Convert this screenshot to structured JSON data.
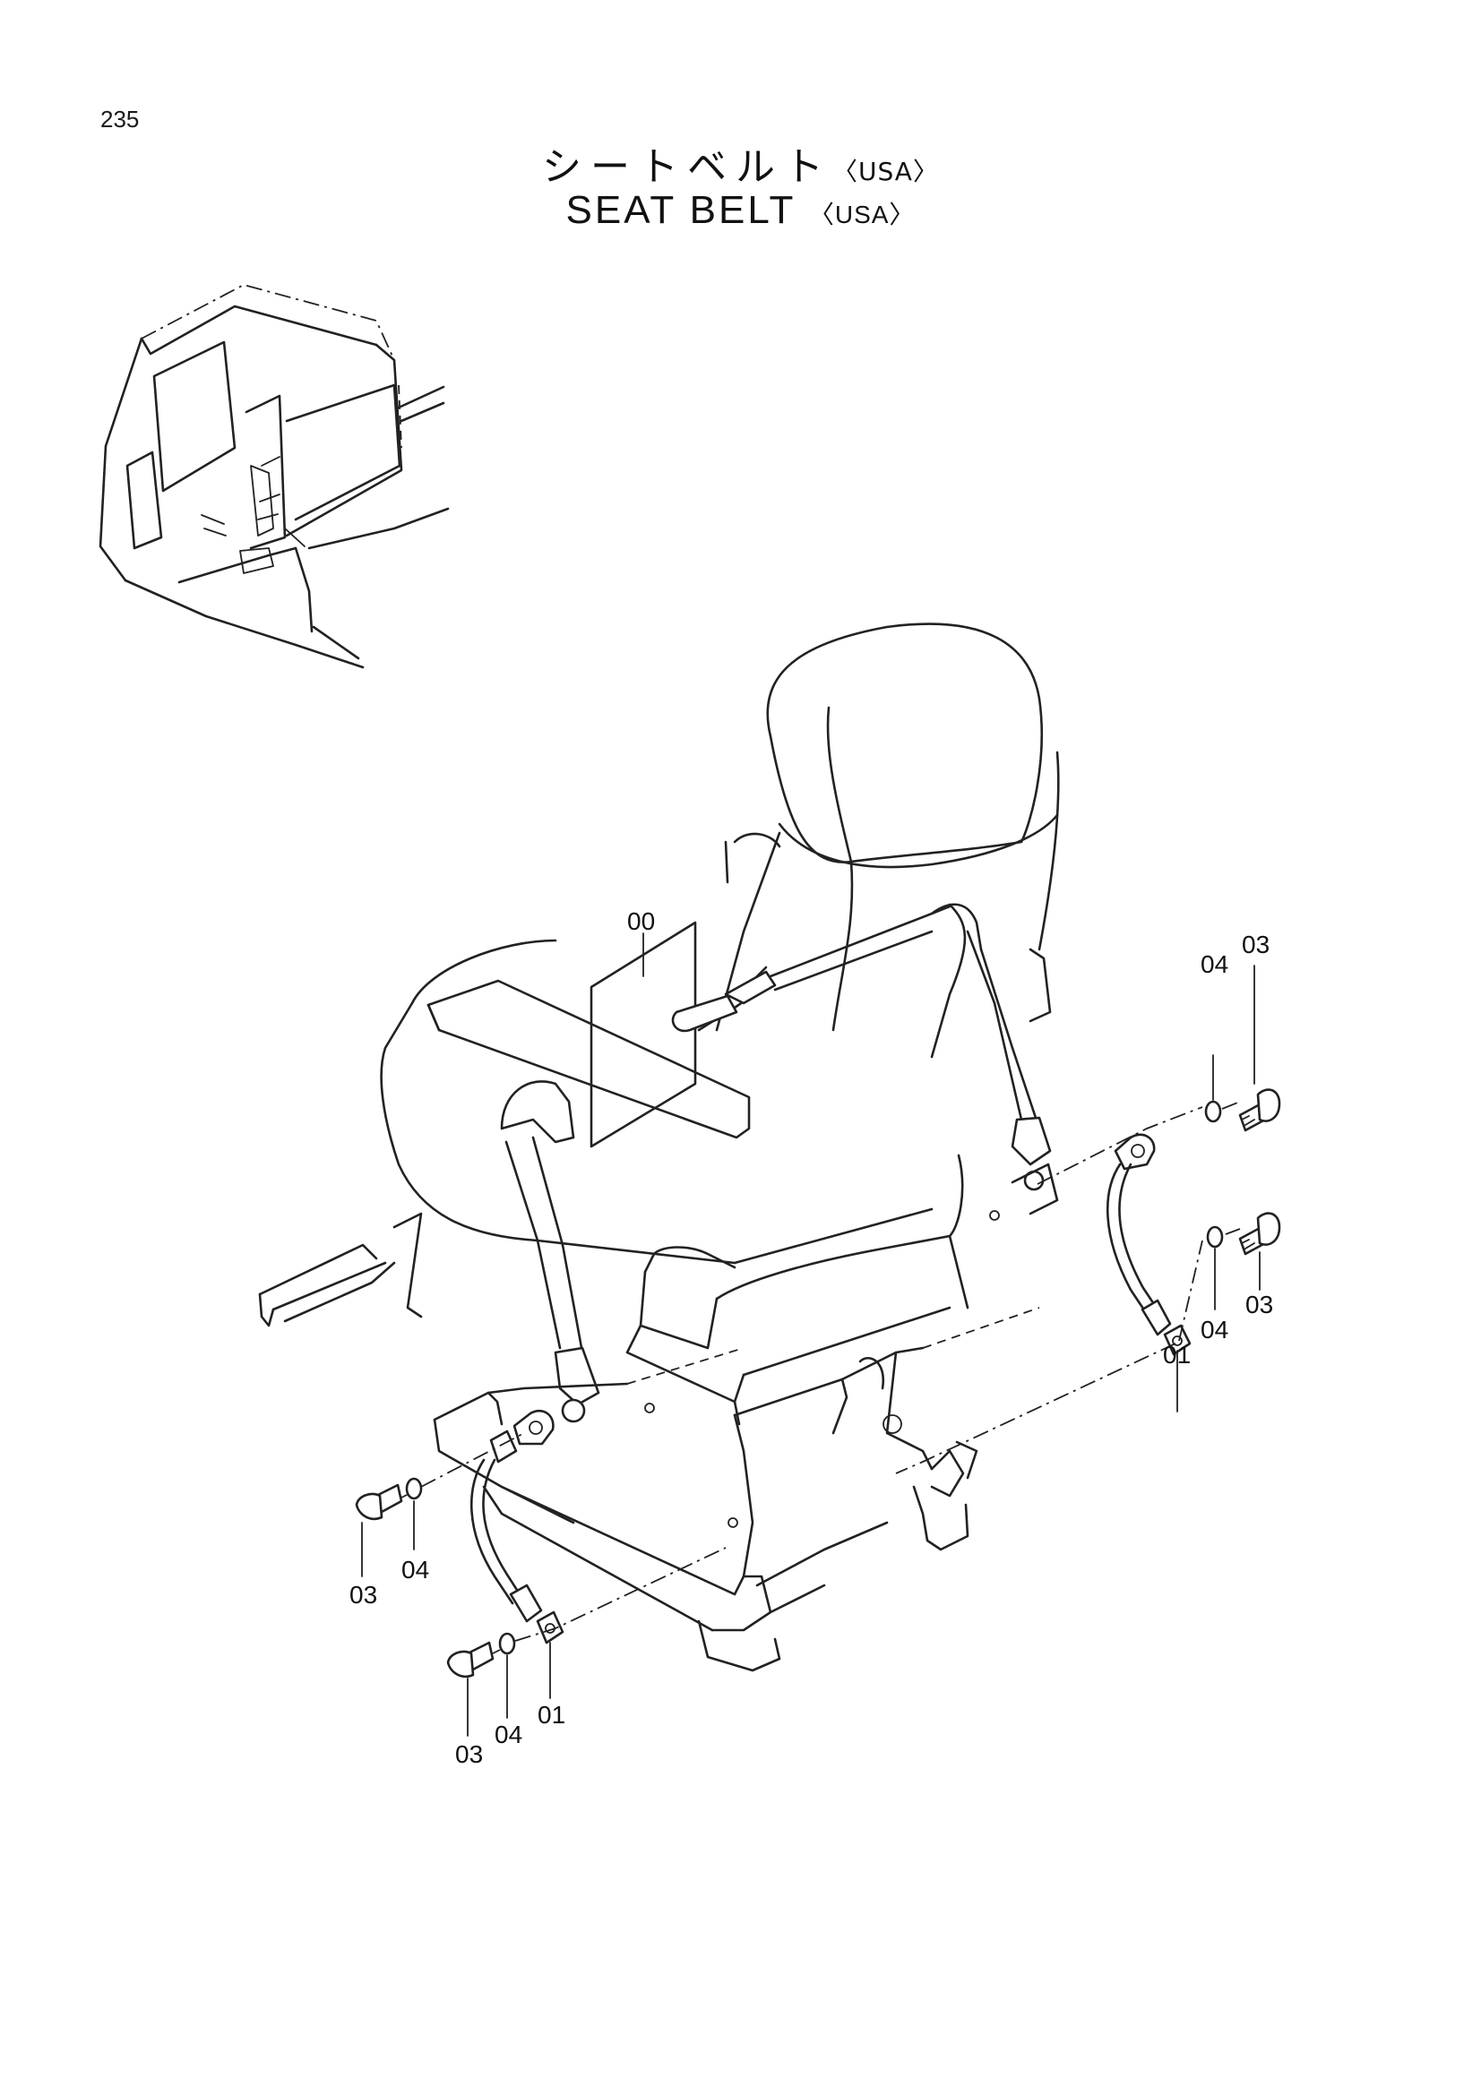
{
  "page": {
    "number": "235"
  },
  "title": {
    "japanese": "シートベルト",
    "english": "SEAT BELT",
    "variant": "〈USA〉"
  },
  "callouts": {
    "assembly": "00",
    "belt_upper": "01",
    "belt_lower": "01",
    "bolt_upper_a": "03",
    "washer_upper_a": "04",
    "bolt_upper_b": "03",
    "washer_upper_b": "04",
    "bolt_lower_a": "03",
    "washer_lower_a": "04",
    "bolt_lower_b": "03",
    "washer_lower_b": "04"
  }
}
